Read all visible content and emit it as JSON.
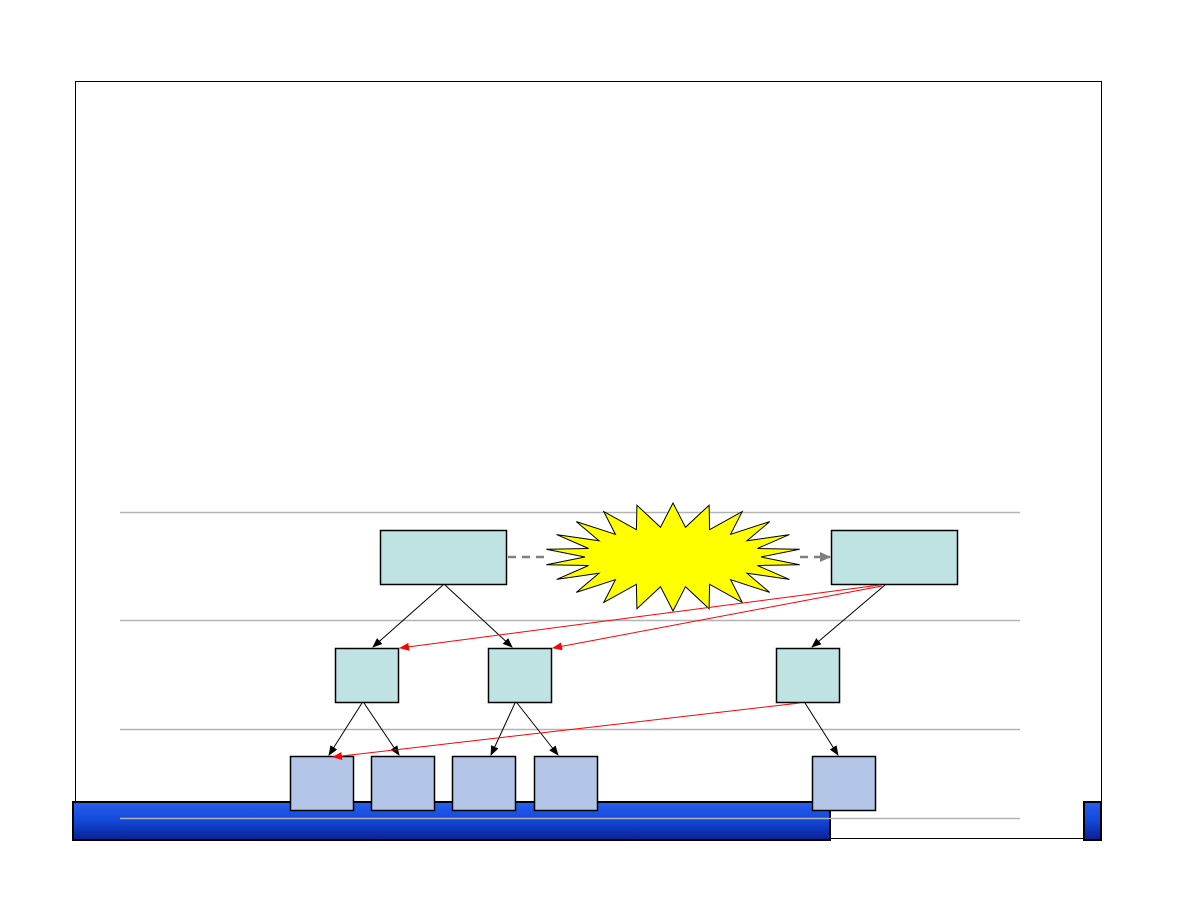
{
  "colors": {
    "background": "#ffffff",
    "frame_border": "#000000",
    "band_gradient_dark": "#0a1f8f",
    "band_gradient_mid": "#1048d8",
    "band_gradient_light": "#2a5ff0",
    "level_line": "#b3b3b3",
    "box_fill_teal": "#bfe3e3",
    "box_fill_blue": "#b4c6e7",
    "box_border": "#000000",
    "burst_fill": "#ffff00",
    "burst_stroke": "#000000",
    "dashed_arrow": "#808080",
    "tree_edge": "#000000",
    "cross_edge": "#ff0000"
  },
  "diagram": {
    "levels": 4,
    "top_nodes": [
      "left-root",
      "right-root"
    ],
    "middle_nodes": [
      "mid-1",
      "mid-2",
      "mid-3"
    ],
    "bottom_nodes": [
      "leaf-1",
      "leaf-2",
      "leaf-3",
      "leaf-4",
      "leaf-5"
    ],
    "tree_edges": [
      [
        "left-root",
        "mid-1"
      ],
      [
        "left-root",
        "mid-2"
      ],
      [
        "right-root",
        "mid-3"
      ],
      [
        "mid-1",
        "leaf-1"
      ],
      [
        "mid-1",
        "leaf-2"
      ],
      [
        "mid-2",
        "leaf-3"
      ],
      [
        "mid-2",
        "leaf-4"
      ],
      [
        "mid-3",
        "leaf-5"
      ]
    ],
    "cross_edges": [
      [
        "right-root",
        "mid-1"
      ],
      [
        "right-root",
        "mid-2"
      ],
      [
        "mid-3",
        "leaf-1"
      ]
    ],
    "dashed_link": [
      "left-root",
      "burst",
      "right-root"
    ]
  }
}
